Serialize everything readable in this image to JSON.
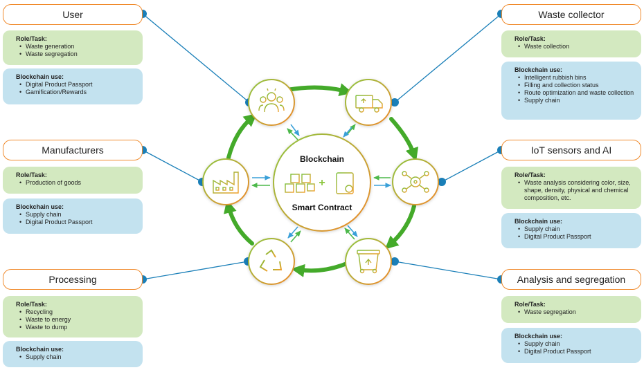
{
  "center": {
    "title": "Blockchain",
    "subtitle": "Smart Contract",
    "plus": "+"
  },
  "left": [
    {
      "key": "user",
      "title": "User",
      "role_title": "Role/Task:",
      "role": [
        "Waste generation",
        "Waste segregation"
      ],
      "chain_title": "Blockchain use:",
      "chain": [
        "Digital Product Passport",
        "Gamification/Rewards"
      ]
    },
    {
      "key": "manufacturers",
      "title": "Manufacturers",
      "role_title": "Role/Task:",
      "role": [
        "Production of goods"
      ],
      "chain_title": "Blockchain use:",
      "chain": [
        "Supply chain",
        "Digital Product Passport"
      ]
    },
    {
      "key": "processing",
      "title": "Processing",
      "role_title": "Role/Task:",
      "role": [
        "Recycling",
        "Waste to energy",
        "Waste to dump"
      ],
      "chain_title": "Blockchain use:",
      "chain": [
        "Supply chain"
      ]
    }
  ],
  "right": [
    {
      "key": "waste-collector",
      "title": "Waste collector",
      "role_title": "Role/Task:",
      "role": [
        "Waste collection"
      ],
      "chain_title": "Blockchain use:",
      "chain": [
        "Intelligent rubbish bins",
        "Filling and collection status",
        "Route optimization and waste collection",
        "Supply chain"
      ]
    },
    {
      "key": "iot-sensors",
      "title": "IoT sensors and AI",
      "role_title": "Role/Task:",
      "role": [
        "Waste analysis considering color, size, shape, density, physical and chemical composition, etc."
      ],
      "chain_title": "Blockchain use:",
      "chain": [
        "Supply chain",
        "Digital Product Passport"
      ]
    },
    {
      "key": "analysis",
      "title": "Analysis and segregation",
      "role_title": "Role/Task:",
      "role": [
        "Waste segregation"
      ],
      "chain_title": "Blockchain use:",
      "chain": [
        "Supply chain",
        "Digital Product Passport"
      ]
    }
  ],
  "colors": {
    "accent_orange": "#f08a2c",
    "cycle_green": "#44aa2a",
    "link_blue": "#1a7fb8",
    "role_bg": "#d3e9c0",
    "chain_bg": "#c3e2ef"
  },
  "icons": [
    "users-group-icon",
    "delivery-truck-icon",
    "iot-network-icon",
    "recycling-bin-icon",
    "recycle-icon",
    "factory-icon",
    "blockchain-cubes-icon",
    "smart-contract-icon"
  ]
}
